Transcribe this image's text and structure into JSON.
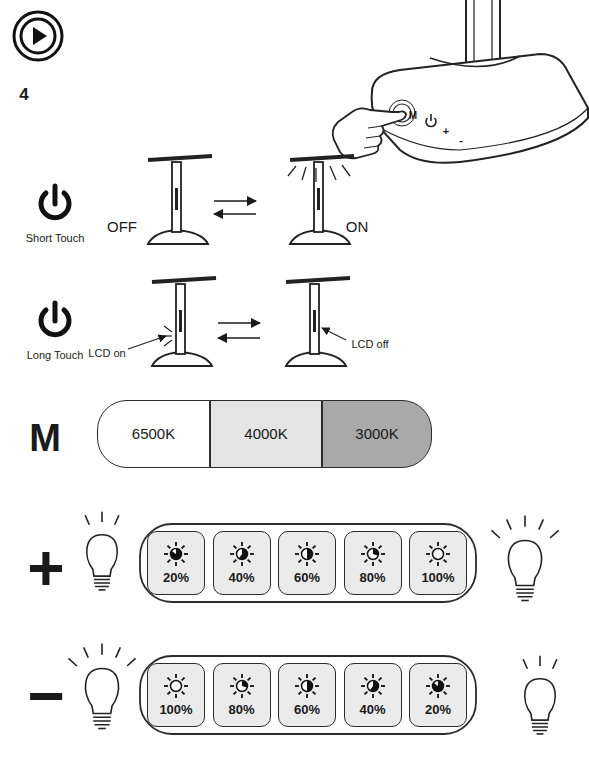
{
  "diagram": {
    "nodes": [
      {
        "text": [
          "6500K"
        ]
      },
      {
        "text": [
          "4000K"
        ]
      },
      {
        "text": [
          "3000K"
        ]
      },
      {
        "text": [
          "20%"
        ]
      },
      {
        "text": [
          "40%"
        ]
      },
      {
        "text": [
          "60%"
        ]
      },
      {
        "text": [
          "80%"
        ]
      },
      {
        "text": [
          "100%"
        ]
      },
      {
        "text": [
          "100%"
        ]
      },
      {
        "text": [
          "80%"
        ]
      },
      {
        "text": [
          "60%"
        ]
      },
      {
        "text": [
          "40%"
        ]
      },
      {
        "text": [
          "20%"
        ]
      }
    ],
    "labels": [
      "4",
      "M",
      "+",
      "-",
      "Short Touch",
      "OFF",
      "ON",
      "Long Touch",
      "LCD on",
      "LCD off",
      "M",
      "+",
      "−"
    ]
  }
}
